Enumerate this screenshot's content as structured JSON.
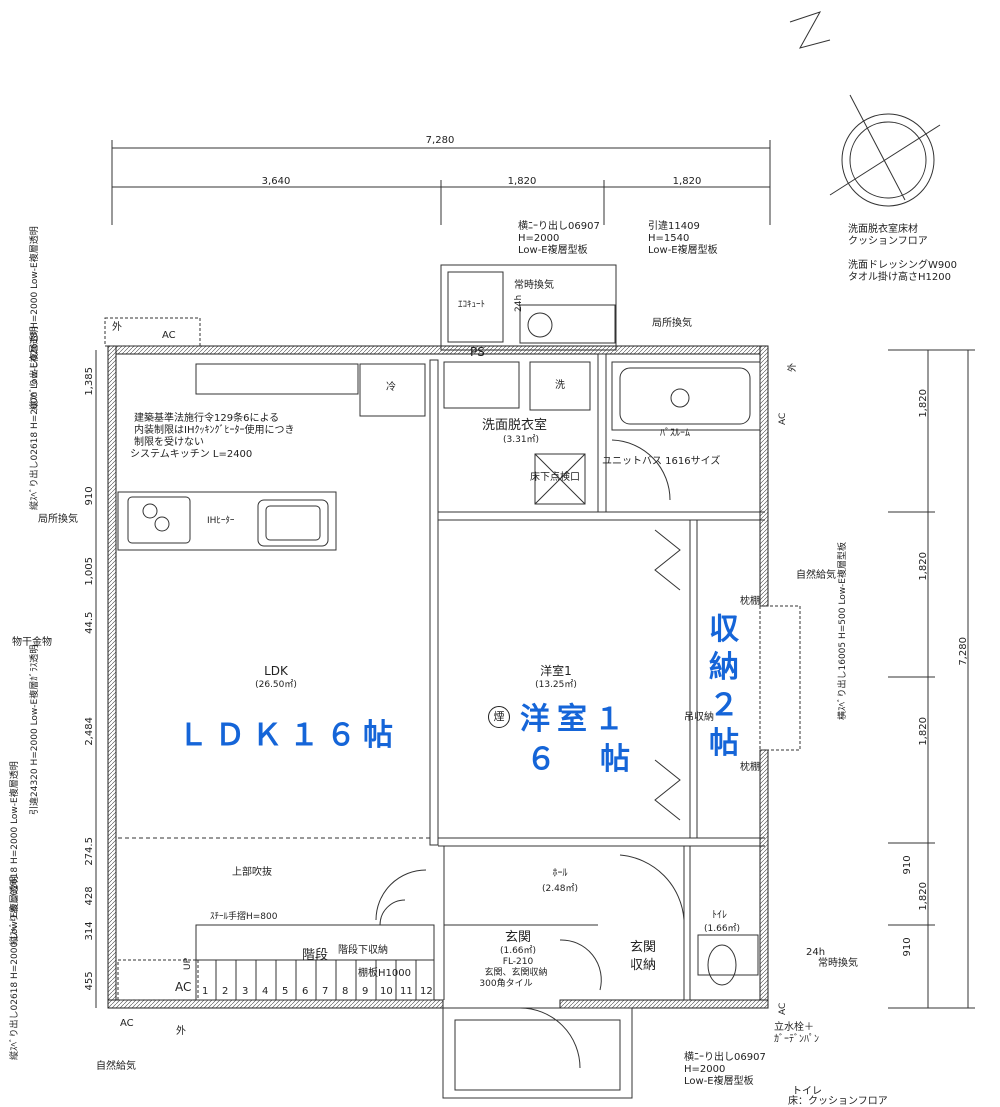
{
  "dimensions": {
    "top_total": "7,280",
    "top_segments": [
      "3,640",
      "1,820",
      "1,820"
    ],
    "right_total": "7,280",
    "right_segments": [
      "1,820",
      "1,820",
      "1,820",
      "910",
      "910"
    ],
    "right_sub": "1,820",
    "left_segments": [
      "1,385",
      "910",
      "1,005",
      "44.5",
      "2,484",
      "274.5",
      "428",
      "314",
      "455"
    ]
  },
  "windows": {
    "top_left": {
      "line1": "横ﾆｰり出し06907",
      "line2": "H=2000",
      "line3": "Low-E複層型板"
    },
    "top_right": {
      "line1": "引違11409",
      "line2": "H=1540",
      "line3": "Low-E複層型板"
    },
    "left_1": "縦ｽﾍﾞり出し02618 H=2000 Low-E複層透明",
    "left_2": "縦ｽﾍﾞり出し02618 H=2000 Low-E複層透明",
    "left_3": "引違24320 H=2000 Low-E複層ｶﾞﾗｽ透明",
    "left_4": "縦ｽﾍﾞり出し02618 H=2000 Low-E複層透明",
    "left_5": "縦ｽﾍﾞり出し02618 H=2000 Low-E複層透明",
    "right_1": "横ｽﾍﾞり出し16005 H=500 Low-E複層型板",
    "bottom": {
      "line1": "横ﾆｰり出し06907",
      "line2": "H=2000",
      "line3": "Low-E複層型板"
    }
  },
  "notes": {
    "washroom_floor": "洗面脱衣室床材",
    "washroom_floor2": "クッションフロア",
    "dressing": "洗面ドレッシングW900",
    "towel": "タオル掛け高さH1200",
    "building_law1": "建築基準法施行令129条6による",
    "building_law2": "内装制限はIHｸｯｷﾝｸﾞﾋｰﾀｰ使用につき",
    "building_law3": "制限を受けない",
    "kitchen": "システムキッチン L=2400",
    "toilet_floor1": "トイレ",
    "toilet_floor2": "床：クッションフロア"
  },
  "rooms": {
    "washroom": {
      "name": "洗面脱衣室",
      "area": "(3.31㎡)"
    },
    "bath": {
      "name": "ﾊﾞｽﾙｰﾑ",
      "unit": "ユニットバス 1616サイズ"
    },
    "underfloor": "床下点検口",
    "ldk": {
      "name": "LDK",
      "area": "(26.50㎡)",
      "big": "ＬＤＫ１６帖"
    },
    "western1": {
      "name": "洋室1",
      "area": "(13.25㎡)",
      "big1": "洋室１",
      "big2": "６　帖"
    },
    "storage2": {
      "big1": "収",
      "big2": "納",
      "big3": "２",
      "big4": "帖"
    },
    "hall": {
      "name": "ﾎｰﾙ",
      "area": "(2.48㎡)"
    },
    "entrance": {
      "name": "玄関",
      "area": "(1.66㎡)",
      "fl": "FL-210",
      "note1": "玄関、玄関収納",
      "note2": "300角タイル"
    },
    "entrance_storage1": "玄関",
    "entrance_storage2": "収納",
    "toilet": {
      "name": "ﾄｲﾚ",
      "area": "(1.66㎡)"
    }
  },
  "labels": {
    "ecocute": "ｴｺｷｭｰﾄ",
    "constant_vent": "常時換気",
    "h24": "24h",
    "local_vent1": "局所換気",
    "local_vent2": "局所換気",
    "ps": "PS",
    "fridge": "冷",
    "washer": "洗",
    "ih": "IHﾋｰﾀｰ",
    "ac1": "AC",
    "ac2": "AC",
    "ac3": "AC",
    "ac4": "AC",
    "ac5": "AC",
    "outside1": "外",
    "outside2": "外",
    "outside3": "外",
    "natural_air1": "自然給気",
    "natural_air2": "自然給気",
    "dryer": "物干金物",
    "upper_void": "上部吹抜",
    "handrail": "ｽﾁｰﾙ手摺H=800",
    "stairs": "階段",
    "under_stairs": "階段下収納",
    "shelf": "棚板H1000",
    "up": "UP",
    "pillow1": "枕棚",
    "pillow2": "枕棚",
    "hanger": "吊収納",
    "smoke": "煙",
    "faucet1": "立水栓＋",
    "faucet2": "ｶﾞｰﾃﾞﾝﾊﾟﾝ",
    "toilet_vent": "常時換気",
    "toilet_24h": "24h"
  },
  "stair_numbers": [
    "1",
    "2",
    "3",
    "4",
    "5",
    "6",
    "7",
    "8",
    "9",
    "10",
    "11",
    "12"
  ]
}
